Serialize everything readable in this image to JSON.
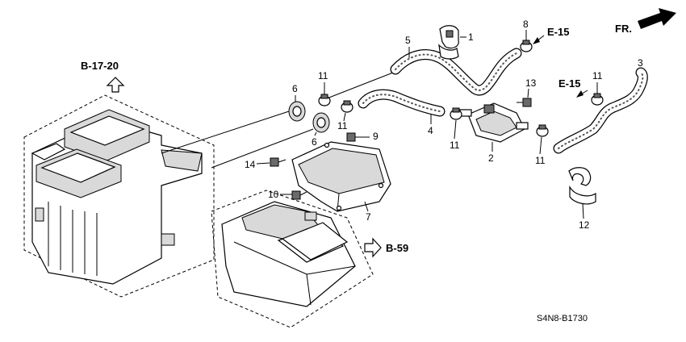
{
  "diagram_code": "S4N8-B1730",
  "direction_label": "FR.",
  "references": {
    "b1720": "B-17-20",
    "b59": "B-59",
    "e15_top": "E-15",
    "e15_right": "E-15"
  },
  "callouts": [
    {
      "id": "c1",
      "text": "1"
    },
    {
      "id": "c2",
      "text": "2"
    },
    {
      "id": "c3",
      "text": "3"
    },
    {
      "id": "c4",
      "text": "4"
    },
    {
      "id": "c5",
      "text": "5"
    },
    {
      "id": "c6a",
      "text": "6"
    },
    {
      "id": "c6b",
      "text": "6"
    },
    {
      "id": "c7",
      "text": "7"
    },
    {
      "id": "c8",
      "text": "8"
    },
    {
      "id": "c9",
      "text": "9"
    },
    {
      "id": "c10",
      "text": "10"
    },
    {
      "id": "c11a",
      "text": "11"
    },
    {
      "id": "c11b",
      "text": "11"
    },
    {
      "id": "c11c",
      "text": "11"
    },
    {
      "id": "c11d",
      "text": "11"
    },
    {
      "id": "c11e",
      "text": "11"
    },
    {
      "id": "c12",
      "text": "12"
    },
    {
      "id": "c13",
      "text": "13"
    },
    {
      "id": "c14",
      "text": "14"
    }
  ]
}
